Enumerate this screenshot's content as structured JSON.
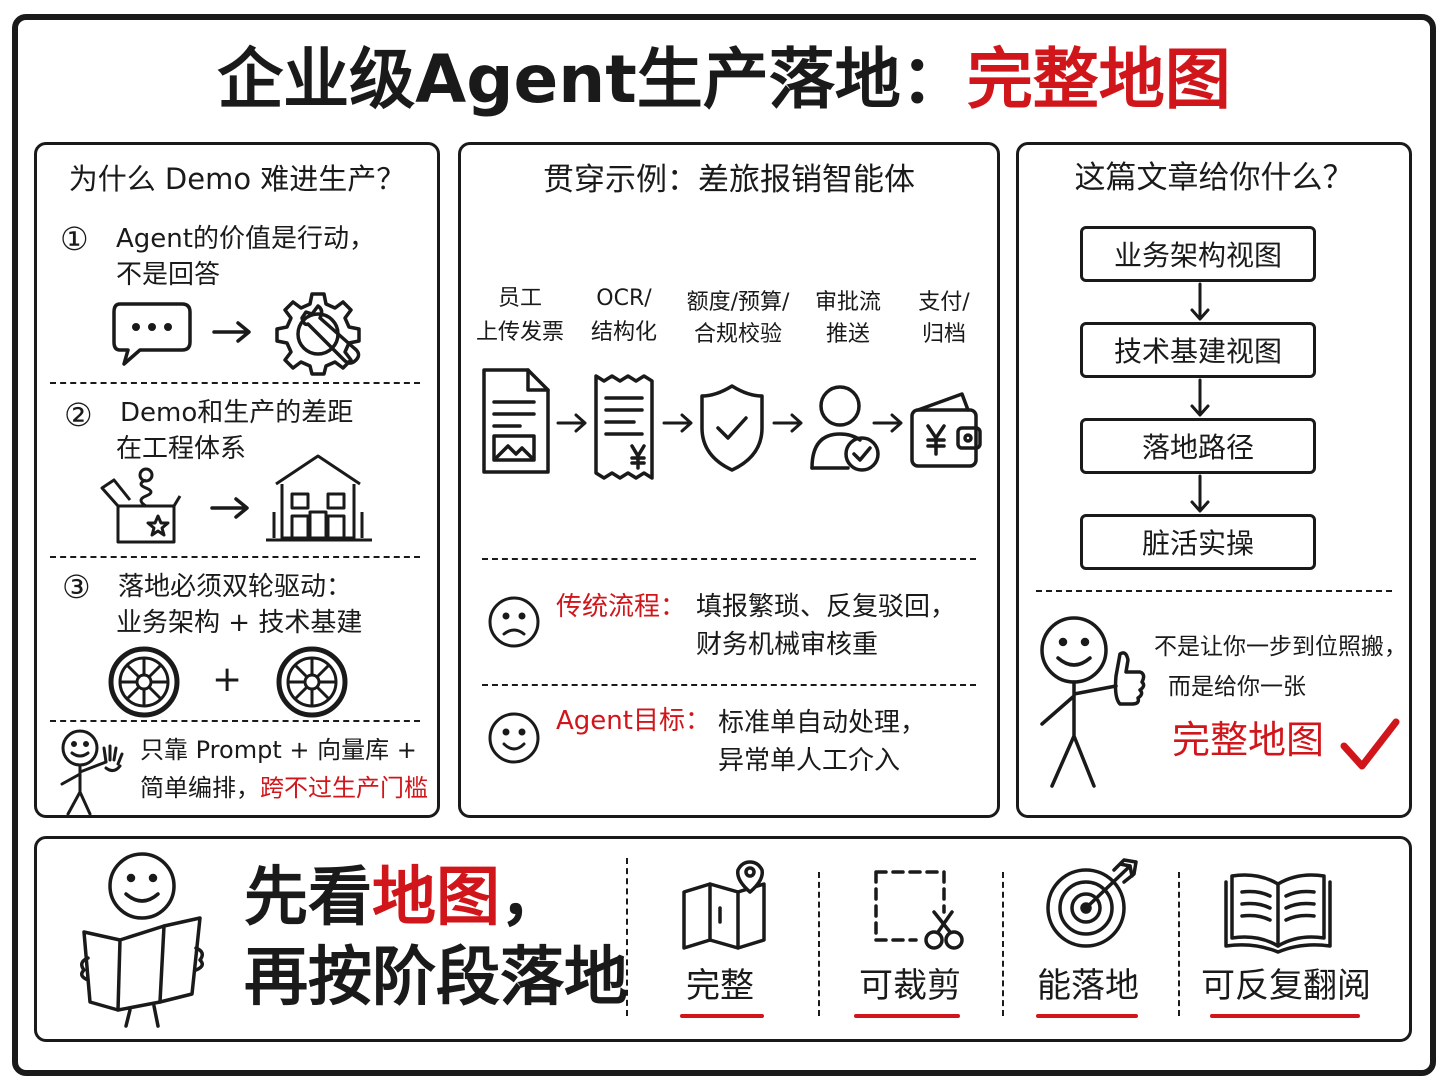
{
  "title": {
    "main": "企业级Agent生产落地：",
    "highlight": "完整地图"
  },
  "left_panel": {
    "heading": "为什么 Demo 难进生产？",
    "items": [
      {
        "num": "①",
        "line1": "Agent的价值是行动，",
        "line2": "不是回答"
      },
      {
        "num": "②",
        "line1": "Demo和生产的差距",
        "line2": "在工程体系"
      },
      {
        "num": "③",
        "line1": "落地必须双轮驱动：",
        "line2": "业务架构 + 技术基建"
      }
    ],
    "plus": "+",
    "note_line1": "只靠 Prompt + 向量库 +",
    "note_line2_prefix": "简单编排，",
    "note_line2_highlight": "跨不过生产门槛"
  },
  "middle_panel": {
    "heading": "贯穿示例：差旅报销智能体",
    "steps": [
      {
        "line1": "员工",
        "line2": "上传发票"
      },
      {
        "line1": "OCR/",
        "line2": "结构化"
      },
      {
        "line1": "额度/预算/",
        "line2": "合规校验"
      },
      {
        "line1": "审批流",
        "line2": "推送"
      },
      {
        "line1": "支付/",
        "line2": "归档"
      }
    ],
    "traditional_label": "传统流程：",
    "traditional_line1": "填报繁琐、反复驳回，",
    "traditional_line2": "财务机械审核重",
    "agent_label": "Agent目标：",
    "agent_line1": "标准单自动处理，",
    "agent_line2": "异常单人工介入"
  },
  "right_panel": {
    "heading": "这篇文章给你什么？",
    "flow": [
      "业务架构视图",
      "技术基建视图",
      "落地路径",
      "脏活实操"
    ],
    "quote_line1": "不是让你一步到位照搬，",
    "quote_line2": "而是给你一张",
    "quote_highlight": "完整地图"
  },
  "bottom_panel": {
    "line1_prefix": "先看",
    "line1_highlight": "地图",
    "line1_suffix": "，",
    "line2": "再按阶段落地",
    "features": [
      {
        "label": "完整",
        "icon": "map-icon"
      },
      {
        "label": "可裁剪",
        "icon": "scissors-crop-icon"
      },
      {
        "label": "能落地",
        "icon": "target-icon"
      },
      {
        "label": "可反复翻阅",
        "icon": "book-icon"
      }
    ]
  },
  "colors": {
    "ink": "#1a1a1a",
    "accent": "#d0161b"
  }
}
